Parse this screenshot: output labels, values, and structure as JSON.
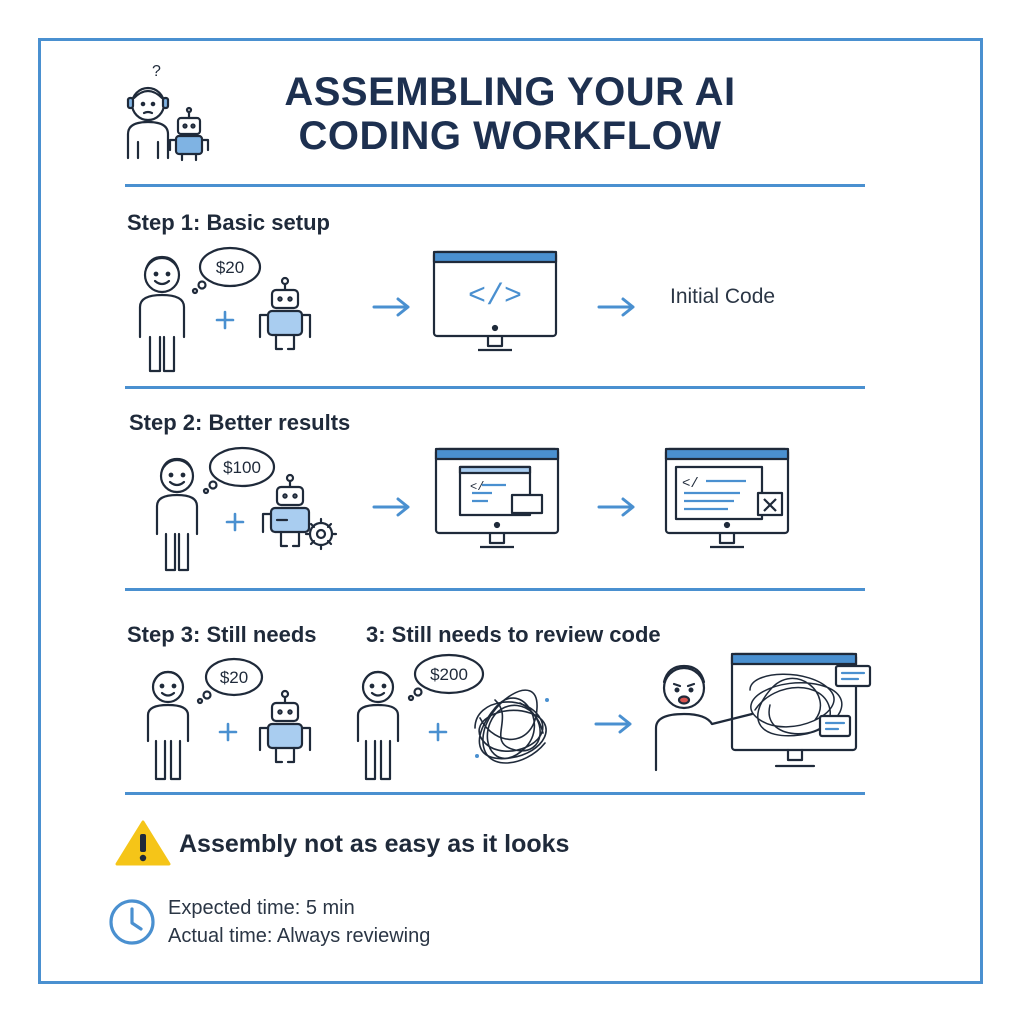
{
  "title": {
    "line1": "ASSEMBLING YOUR AI",
    "line2": "CODING WORKFLOW"
  },
  "steps": [
    {
      "label": "Step 1: Basic setup",
      "price": "$20",
      "result": "Initial Code"
    },
    {
      "label": "Step 2: Better results",
      "price": "$100"
    },
    {
      "label_a": "Step 3: Still needs",
      "label_b": "3: Still needs to review code",
      "price_a": "$20",
      "price_b": "$200"
    }
  ],
  "warning": {
    "text": "Assembly not as easy as it looks"
  },
  "timing": {
    "expected": "Expected time: 5 min",
    "actual": "Actual time: Always reviewing"
  },
  "colors": {
    "accent": "#4a90d0",
    "ink": "#1f2a3a",
    "warning": "#f5c518"
  },
  "icons": [
    "confused-person-icon",
    "robot-icon",
    "person-icon",
    "speech-bubble-icon",
    "plus-icon",
    "arrow-right-icon",
    "monitor-code-icon",
    "gear-icon",
    "tangle-icon",
    "frustrated-person-icon",
    "warning-icon",
    "clock-icon"
  ]
}
